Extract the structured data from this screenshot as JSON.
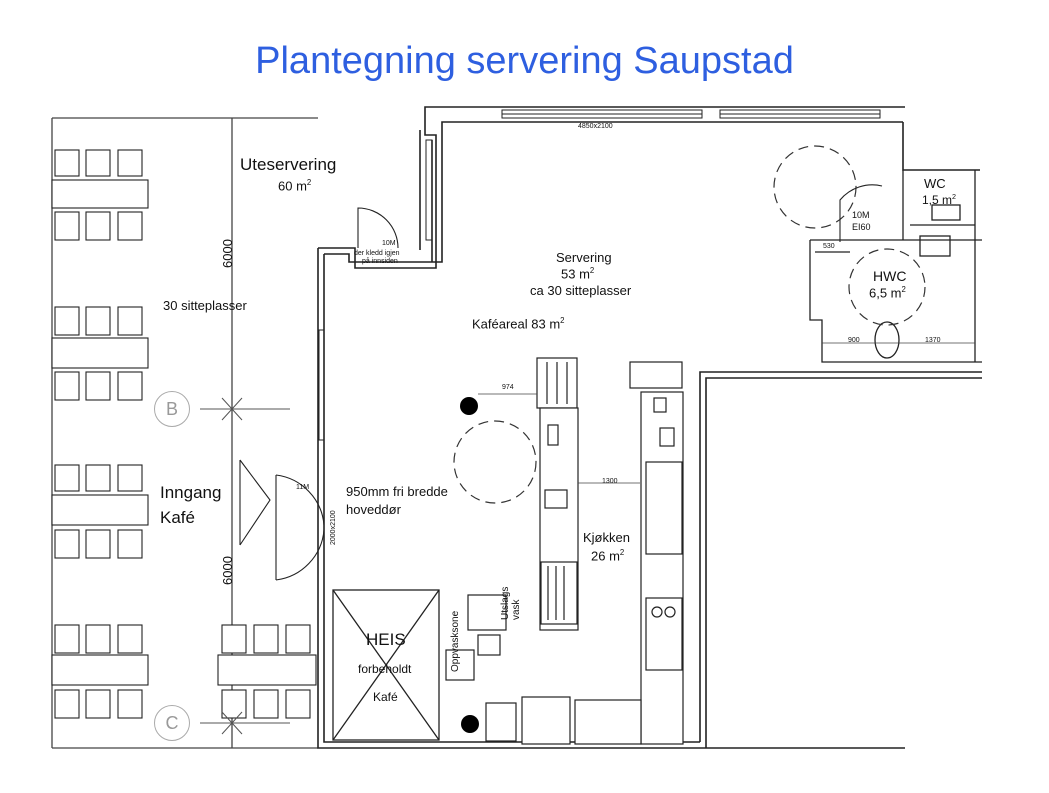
{
  "title": "Plantegning servering Saupstad",
  "rooms": {
    "uteservering": {
      "name": "Uteservering",
      "area": "60 m",
      "sup": "2"
    },
    "seats_outdoor": "30 sitteplasser",
    "servering": {
      "name": "Servering",
      "area": "53 m",
      "sup": "2",
      "seats": "ca 30 sitteplasser"
    },
    "kafeareal": {
      "name": "Kaféareal 83 m",
      "sup": "2"
    },
    "kjokken": {
      "name": "Kjøkken",
      "area": "26 m",
      "sup": "2"
    },
    "wc": {
      "name": "WC",
      "area": "1,5 m",
      "sup": "2"
    },
    "hwc": {
      "name": "HWC",
      "area": "6,5 m",
      "sup": "2"
    },
    "heis": {
      "line1": "HEIS",
      "line2": "forbeholdt",
      "line3": "Kafé"
    },
    "inngang": {
      "line1": "Inngang",
      "line2": "Kafé"
    },
    "hoveddor": {
      "line1": "950mm fri bredde",
      "line2": "hoveddør"
    },
    "oppvask": "Oppvasksone",
    "utslag": {
      "line1": "Utslags",
      "line2": "vask"
    }
  },
  "axes": {
    "b": "B",
    "c": "C"
  },
  "dimensions": {
    "d6000_top": "6000",
    "d6000_bottom": "6000",
    "d974": "974",
    "d1300": "1300",
    "d530": "530",
    "d900": "900",
    "d1370": "1370",
    "d4850": "4850x2100",
    "d2000": "2000x2100"
  },
  "tags": {
    "door10m_a": "10M",
    "door10m_b": "10M",
    "ei60": "EI60",
    "door11m": "11M",
    "note1": "der kledd igjen",
    "note2": "på innsiden"
  }
}
